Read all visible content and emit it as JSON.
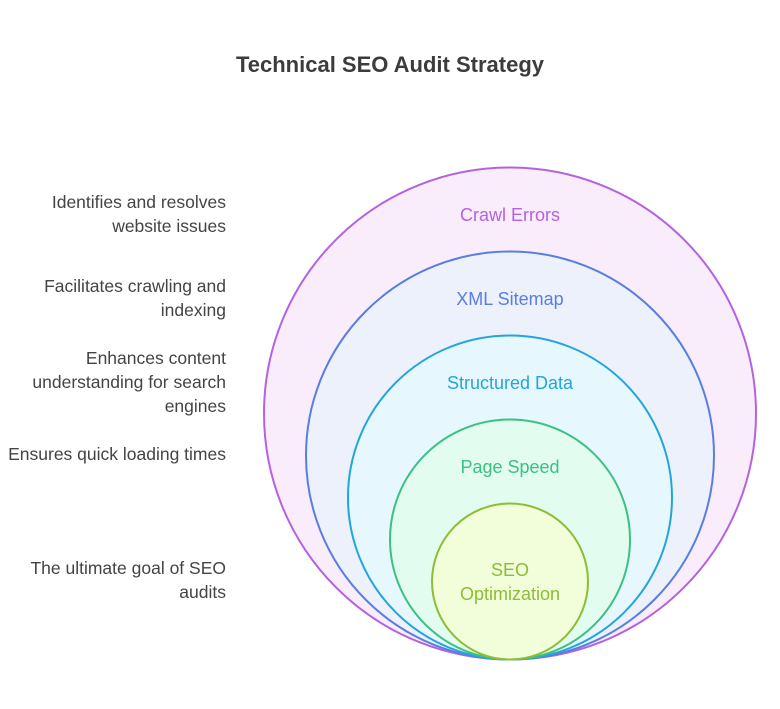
{
  "title": "Technical SEO Audit Strategy",
  "layers": [
    {
      "label": "Crawl Errors",
      "description": "Identifies and resolves website issues",
      "stroke": "#b562e0",
      "fill": "#f9edfb"
    },
    {
      "label": "XML Sitemap",
      "description": "Facilitates crawling and indexing",
      "stroke": "#5a7ee0",
      "fill": "#ecf1fc"
    },
    {
      "label": "Structured Data",
      "description": "Enhances content understanding for search engines",
      "stroke": "#22a6da",
      "fill": "#e6f7fd"
    },
    {
      "label": "Page Speed",
      "description": "Ensures quick loading times",
      "stroke": "#3cc083",
      "fill": "#e2fcef"
    },
    {
      "label_line1": "SEO",
      "label_line2": "Optimization",
      "description": "The ultimate goal of SEO audits",
      "stroke": "#8cbd34",
      "fill": "#f2fdd9"
    }
  ]
}
